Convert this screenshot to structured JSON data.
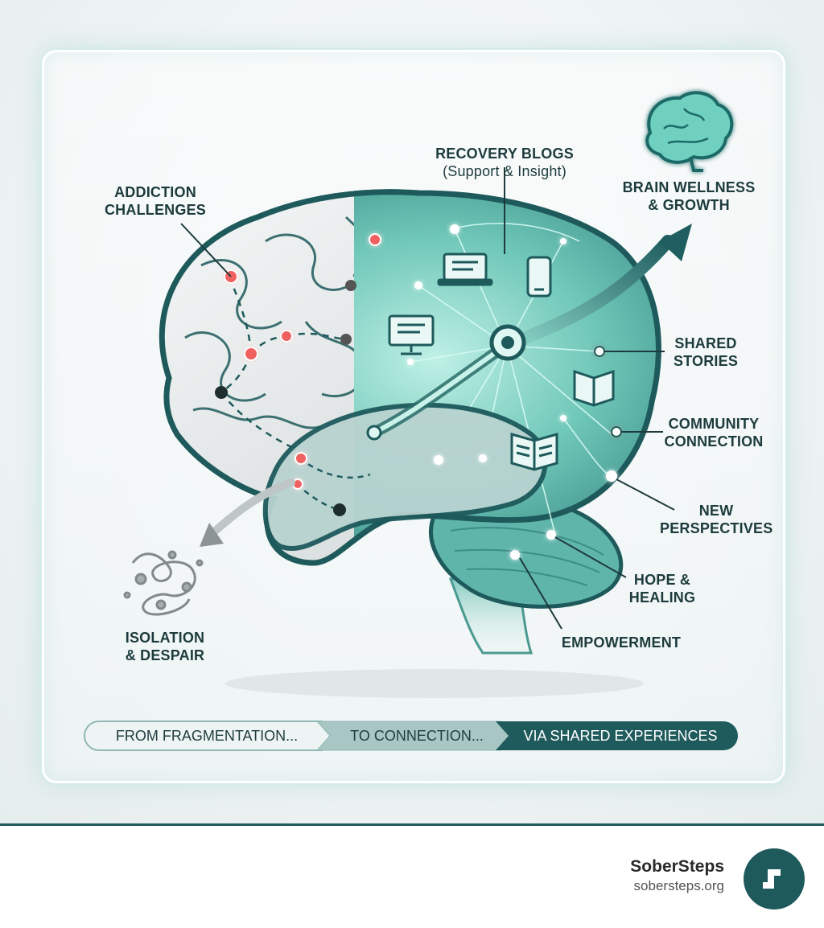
{
  "labels": {
    "addiction": "ADDICTION\nCHALLENGES",
    "recovery_title": "RECOVERY BLOGS",
    "recovery_sub": "(Support & Insight)",
    "wellness": "BRAIN WELLNESS\n& GROWTH",
    "shared_stories": "SHARED\nSTORIES",
    "community": "COMMUNITY\nCONNECTION",
    "perspectives": "NEW\nPERSPECTIVES",
    "hope": "HOPE &\nHEALING",
    "empowerment": "EMPOWERMENT",
    "isolation": "ISOLATION\n& DESPAIR"
  },
  "banner": {
    "step1": "FROM FRAGMENTATION...",
    "step2": "TO CONNECTION...",
    "step3": "VIA SHARED EXPERIENCES"
  },
  "brand": {
    "name": "SoberSteps",
    "url": "sobersteps.org"
  },
  "colors": {
    "teal_dark": "#1e5a5c",
    "teal_light": "#7fd8c8",
    "gray_brain": "#d9dede",
    "alert_red": "#f06060"
  },
  "icons": [
    "laptop-icon",
    "phone-icon",
    "monitor-icon",
    "book-icon",
    "open-book-icon",
    "brain-icon",
    "arrow-up-icon",
    "arrow-down-icon"
  ]
}
